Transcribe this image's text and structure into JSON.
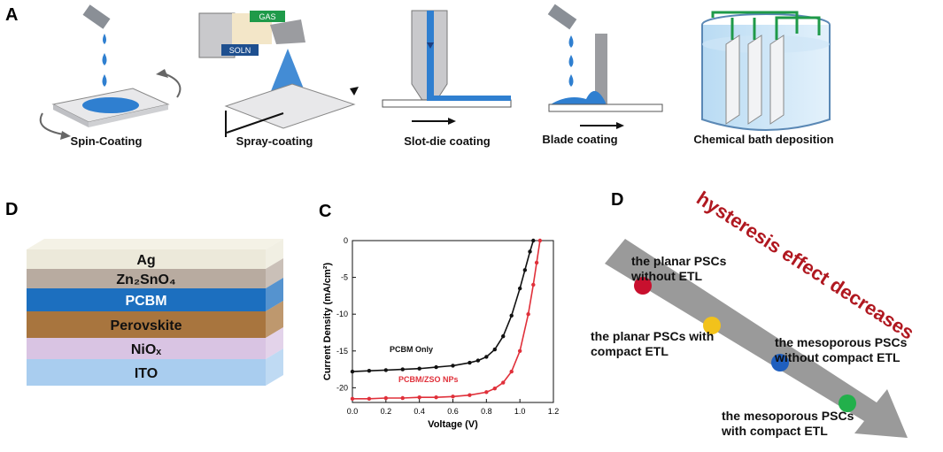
{
  "panels": {
    "a": "A",
    "d_left": "D",
    "c": "C",
    "d_right": "D"
  },
  "methods": [
    {
      "label": "Spin-Coating"
    },
    {
      "label": "Spray-coating",
      "gas": "GAS",
      "soln": "SOLN"
    },
    {
      "label": "Slot-die coating"
    },
    {
      "label": "Blade coating"
    },
    {
      "label": "Chemical bath deposition"
    }
  ],
  "device_stack": {
    "layers": [
      {
        "label": "Ag",
        "color": "#ece9da"
      },
      {
        "label": "Zn₂SnO₄",
        "color": "#b8aba0"
      },
      {
        "label": "PCBM",
        "color": "#1c6fbf"
      },
      {
        "label": "Perovskite",
        "color": "#a8753e"
      },
      {
        "label": "NiOₓ",
        "color": "#d9c4e3"
      },
      {
        "label": "ITO",
        "color": "#a9cdef"
      }
    ]
  },
  "chart_data": {
    "type": "line",
    "xlabel": "Voltage (V)",
    "ylabel": "Current Density (mA/cm²)",
    "xlim": [
      0.0,
      1.2
    ],
    "ylim": [
      -22,
      0
    ],
    "xticks": [
      "0.0",
      "0.2",
      "0.4",
      "0.6",
      "0.8",
      "1.0",
      "1.2"
    ],
    "yticks": [
      "0",
      "-5",
      "-10",
      "-15",
      "-20"
    ],
    "series": [
      {
        "name": "PCBM Only",
        "color": "#111111",
        "x": [
          0.0,
          0.1,
          0.2,
          0.3,
          0.4,
          0.5,
          0.6,
          0.7,
          0.75,
          0.8,
          0.85,
          0.9,
          0.95,
          1.0,
          1.03,
          1.06,
          1.08
        ],
        "y": [
          -17.8,
          -17.7,
          -17.6,
          -17.5,
          -17.4,
          -17.2,
          -17.0,
          -16.6,
          -16.3,
          -15.8,
          -14.8,
          -13.0,
          -10.2,
          -6.5,
          -4.0,
          -1.5,
          0.0
        ]
      },
      {
        "name": "PCBM/ZSO NPs",
        "color": "#e0303a",
        "x": [
          0.0,
          0.1,
          0.2,
          0.3,
          0.4,
          0.5,
          0.6,
          0.7,
          0.8,
          0.85,
          0.9,
          0.95,
          1.0,
          1.05,
          1.08,
          1.1,
          1.12
        ],
        "y": [
          -21.5,
          -21.5,
          -21.4,
          -21.4,
          -21.3,
          -21.3,
          -21.2,
          -21.0,
          -20.6,
          -20.1,
          -19.3,
          -17.8,
          -15.0,
          -10.0,
          -6.0,
          -3.0,
          0.0
        ]
      }
    ]
  },
  "hysteresis": {
    "title": "hysteresis effect decreases",
    "title_color": "#b01820",
    "points": [
      {
        "label_line1": "the planar PSCs",
        "label_line2": "without ETL",
        "color": "#c8102e"
      },
      {
        "label_line1": "the planar PSCs with",
        "label_line2": "compact ETL",
        "color": "#f2c21b"
      },
      {
        "label_line1": "the mesoporous PSCs",
        "label_line2": "without compact ETL",
        "color": "#1f5fbf"
      },
      {
        "label_line1": "the mesoporous PSCs",
        "label_line2": "with compact ETL",
        "color": "#22b04b"
      }
    ]
  }
}
